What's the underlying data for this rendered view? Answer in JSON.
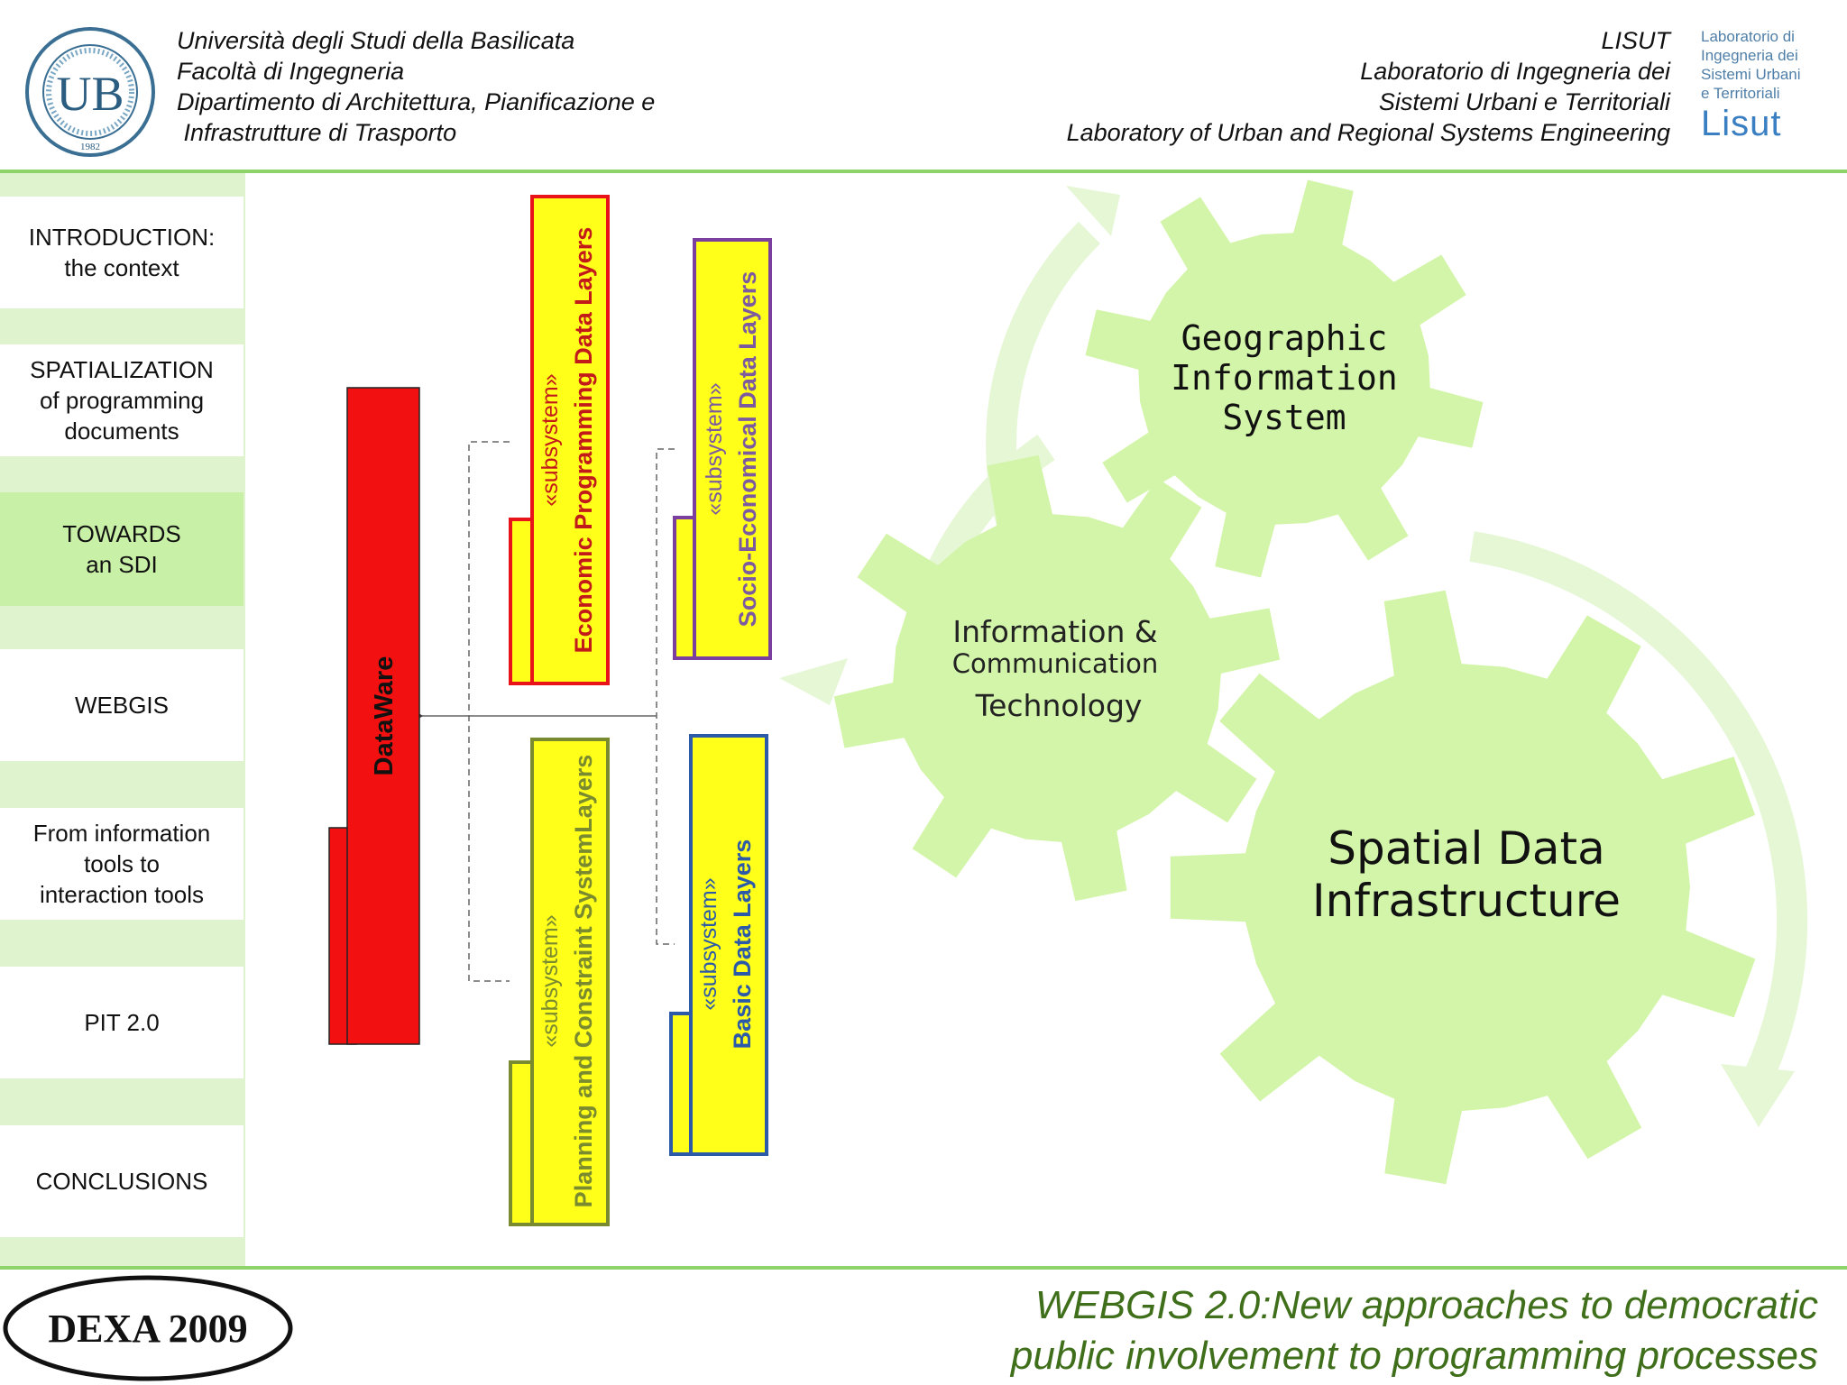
{
  "header": {
    "university_lines": [
      "Università degli Studi della Basilicata",
      "Facoltà di Ingegneria",
      "Dipartimento di Architettura, Pianificazione e",
      " Infrastrutture di Trasporto"
    ],
    "lab_lines": [
      "LISUT",
      "Laboratorio di Ingegneria dei",
      "Sistemi Urbani e Territoriali",
      "Laboratory of Urban and Regional Systems Engineering"
    ],
    "uni_seal_text": "UNIVERSITÀ DEGLI STUDI DELLA BASILICATA",
    "uni_seal_year": "1982",
    "uni_seal_monogram": "UB",
    "lisut_logo_lines": [
      "Laboratorio di",
      "Ingegneria dei",
      "Sistemi Urbani",
      "e Territoriali"
    ],
    "lisut_logo_word": "Lisut"
  },
  "sidebar": {
    "items": [
      {
        "label_lines": [
          "INTRODUCTION:",
          "the context"
        ],
        "active": false
      },
      {
        "label_lines": [
          "SPATIALIZATION",
          "of programming",
          "documents"
        ],
        "active": false
      },
      {
        "label_lines": [
          "TOWARDS",
          "an SDI"
        ],
        "active": true
      },
      {
        "label_lines": [
          "WEBGIS"
        ],
        "active": false
      },
      {
        "label_lines": [
          "From information",
          "tools to",
          "interaction tools"
        ],
        "active": false
      },
      {
        "label_lines": [
          "PIT 2.0"
        ],
        "active": false
      },
      {
        "label_lines": [
          "CONCLUSIONS"
        ],
        "active": false
      }
    ]
  },
  "diagram": {
    "dataware_label": "DataWare",
    "subsystems": [
      {
        "stereotype": "«subsystem»",
        "name": "Economic Programming Data Layers",
        "border": "#e8141a"
      },
      {
        "stereotype": "«subsystem»",
        "name": "Socio-Economical Data Layers",
        "border": "#7b3fa0"
      },
      {
        "stereotype": "«subsystem»",
        "name": "Planning and Constraint SystemLayers",
        "border": "#7a8a2e"
      },
      {
        "stereotype": "«subsystem»",
        "name": "Basic Data Layers",
        "border": "#2c5aa8"
      }
    ],
    "gears": [
      {
        "lines": [
          "Geographic",
          "Information",
          "System"
        ]
      },
      {
        "lines": [
          "Information &",
          "Communication",
          "Technology"
        ]
      },
      {
        "lines": [
          "Spatial Data",
          "Infrastructure"
        ]
      }
    ]
  },
  "footer": {
    "logo_text": "DEXA 2009",
    "title_lines": [
      "WEBGIS 2.0:New approaches to democratic",
      "public involvement to programming processes"
    ]
  },
  "colors": {
    "accent_green": "#8fd46a",
    "gear_fill": "#d3f5a9",
    "subsystem_fill": "#ffff1a",
    "dataware_fill": "#f21010",
    "footer_title": "#3f6f1a",
    "sidebar_active": "#c9f0a7"
  }
}
